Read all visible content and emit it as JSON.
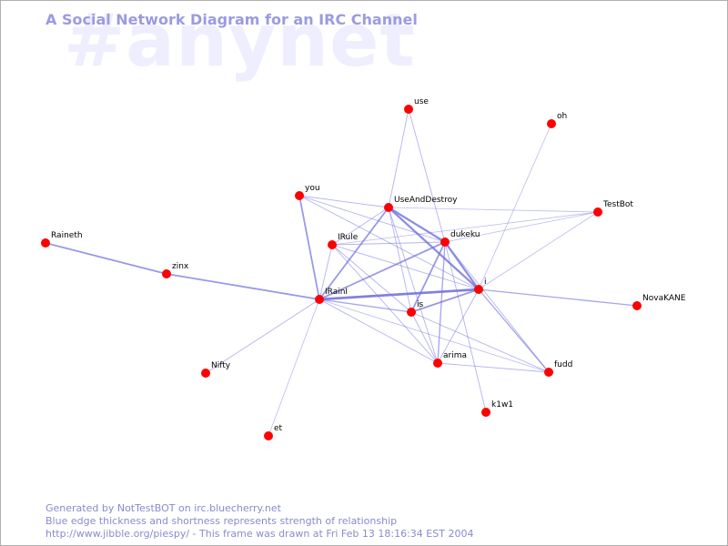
{
  "watermark": "#anynet",
  "title": "A Social Network Diagram for an IRC Channel",
  "footer": {
    "line1": "Generated by NotTestBOT on irc.bluecherry.net",
    "line2": "Blue edge thickness and shortness represents strength of relationship",
    "line3": "http://www.jibble.org/piespy/ - This frame was drawn at Fri Feb 13 18:16:34 EST 2004"
  },
  "colors": {
    "node": "#ff0000",
    "edge": "#7070e0",
    "title": "#9b9be0",
    "watermark": "#eeeeff",
    "footer": "#8a8acf"
  },
  "nodes": [
    {
      "id": "use",
      "label": "use"
    },
    {
      "id": "oh",
      "label": "oh"
    },
    {
      "id": "you",
      "label": "you"
    },
    {
      "id": "UseAndDestroy",
      "label": "UseAndDestroy"
    },
    {
      "id": "TestBot",
      "label": "TestBot"
    },
    {
      "id": "Raineth",
      "label": "Raineth"
    },
    {
      "id": "IRule",
      "label": "IRule"
    },
    {
      "id": "dukeku",
      "label": "dukeku"
    },
    {
      "id": "zinx",
      "label": "zinx"
    },
    {
      "id": "i",
      "label": "i"
    },
    {
      "id": "IRainI",
      "label": "IRainI"
    },
    {
      "id": "NovaKANE",
      "label": "NovaKANE"
    },
    {
      "id": "is",
      "label": "is"
    },
    {
      "id": "arima",
      "label": "arima"
    },
    {
      "id": "fudd",
      "label": "fudd"
    },
    {
      "id": "Nifty",
      "label": "Nifty"
    },
    {
      "id": "k1w1",
      "label": "k1w1"
    },
    {
      "id": "et",
      "label": "et"
    }
  ],
  "edges": [
    {
      "from": "IRainI",
      "to": "i",
      "weight": 3
    },
    {
      "from": "IRainI",
      "to": "zinx",
      "weight": 2
    },
    {
      "from": "zinx",
      "to": "Raineth",
      "weight": 2
    },
    {
      "from": "IRainI",
      "to": "UseAndDestroy",
      "weight": 2
    },
    {
      "from": "IRainI",
      "to": "dukeku",
      "weight": 2
    },
    {
      "from": "IRainI",
      "to": "you",
      "weight": 2
    },
    {
      "from": "IRainI",
      "to": "is",
      "weight": 1.5
    },
    {
      "from": "IRainI",
      "to": "Nifty",
      "weight": 1
    },
    {
      "from": "IRainI",
      "to": "et",
      "weight": 0.7
    },
    {
      "from": "IRainI",
      "to": "arima",
      "weight": 1
    },
    {
      "from": "IRainI",
      "to": "IRule",
      "weight": 1
    },
    {
      "from": "IRainI",
      "to": "fudd",
      "weight": 0.7
    },
    {
      "from": "UseAndDestroy",
      "to": "dukeku",
      "weight": 2.5
    },
    {
      "from": "UseAndDestroy",
      "to": "i",
      "weight": 2.5
    },
    {
      "from": "UseAndDestroy",
      "to": "is",
      "weight": 1
    },
    {
      "from": "UseAndDestroy",
      "to": "arima",
      "weight": 1
    },
    {
      "from": "UseAndDestroy",
      "to": "you",
      "weight": 1
    },
    {
      "from": "UseAndDestroy",
      "to": "IRule",
      "weight": 1
    },
    {
      "from": "UseAndDestroy",
      "to": "use",
      "weight": 1
    },
    {
      "from": "dukeku",
      "to": "i",
      "weight": 2.5
    },
    {
      "from": "dukeku",
      "to": "is",
      "weight": 2
    },
    {
      "from": "dukeku",
      "to": "arima",
      "weight": 1.5
    },
    {
      "from": "dukeku",
      "to": "you",
      "weight": 1
    },
    {
      "from": "dukeku",
      "to": "IRule",
      "weight": 1
    },
    {
      "from": "dukeku",
      "to": "use",
      "weight": 1
    },
    {
      "from": "dukeku",
      "to": "TestBot",
      "weight": 0.7
    },
    {
      "from": "dukeku",
      "to": "k1w1",
      "weight": 1
    },
    {
      "from": "dukeku",
      "to": "fudd",
      "weight": 1
    },
    {
      "from": "i",
      "to": "is",
      "weight": 2
    },
    {
      "from": "i",
      "to": "NovaKANE",
      "weight": 1.5
    },
    {
      "from": "i",
      "to": "fudd",
      "weight": 1.5
    },
    {
      "from": "i",
      "to": "arima",
      "weight": 1
    },
    {
      "from": "i",
      "to": "TestBot",
      "weight": 0.7
    },
    {
      "from": "i",
      "to": "you",
      "weight": 1
    },
    {
      "from": "i",
      "to": "IRule",
      "weight": 1
    },
    {
      "from": "i",
      "to": "oh",
      "weight": 0.7
    },
    {
      "from": "is",
      "to": "IRule",
      "weight": 1
    },
    {
      "from": "is",
      "to": "fudd",
      "weight": 1
    },
    {
      "from": "is",
      "to": "arima",
      "weight": 1
    },
    {
      "from": "arima",
      "to": "fudd",
      "weight": 1
    },
    {
      "from": "arima",
      "to": "IRule",
      "weight": 1
    },
    {
      "from": "IRule",
      "to": "TestBot",
      "weight": 0.7
    },
    {
      "from": "UseAndDestroy",
      "to": "TestBot",
      "weight": 0.7
    }
  ]
}
